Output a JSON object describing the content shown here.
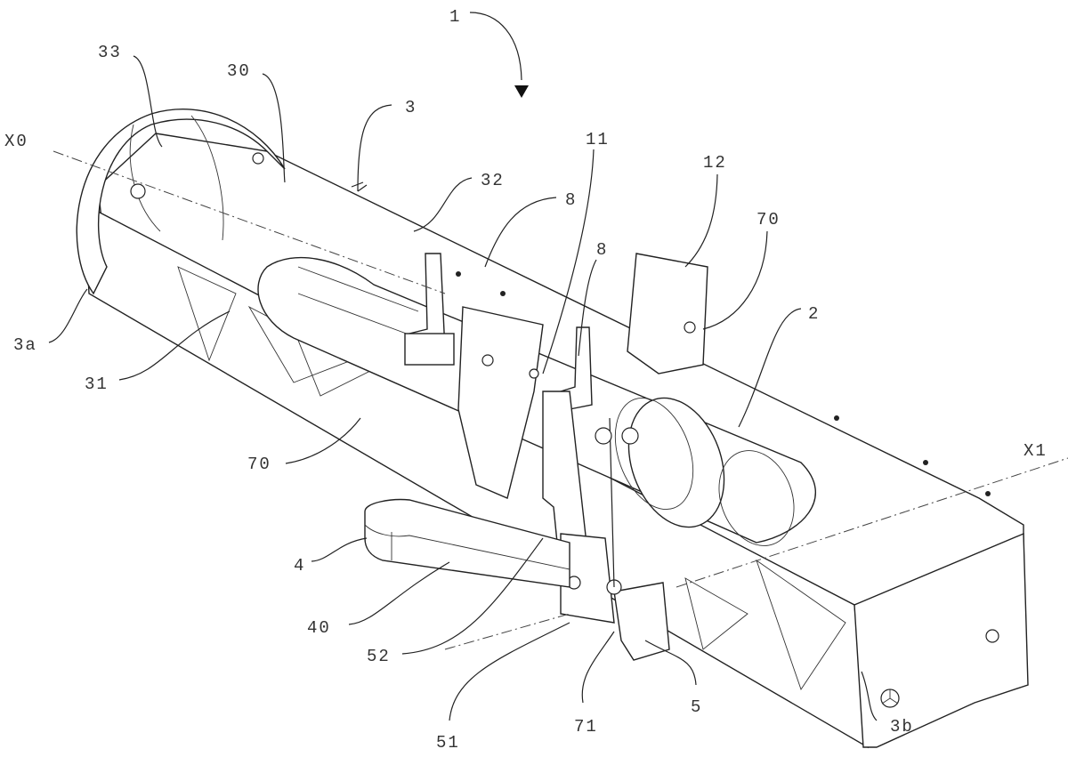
{
  "figure": {
    "type": "patent-drawing",
    "subject": "elongated frame apparatus with rotary unit, pedal arm and carriage",
    "labels": {
      "assembly": "1",
      "unit": "2",
      "frame": "3",
      "frame_end_a": "3a",
      "frame_end_b": "3b",
      "pedal": "4",
      "pedal_arm": "40",
      "lever_unit": "5",
      "lever_part_51": "51",
      "lever_part_52": "52",
      "element_8_a": "8",
      "element_8_b": "8",
      "element_11": "11",
      "element_12": "12",
      "frame_part_30": "30",
      "frame_side_31": "31",
      "frame_rail_32": "32",
      "frame_ring_33": "33",
      "bracket_70_left": "70",
      "bracket_70_right": "70",
      "block_71": "71",
      "axis_x0": "X0",
      "axis_x1": "X1"
    }
  }
}
